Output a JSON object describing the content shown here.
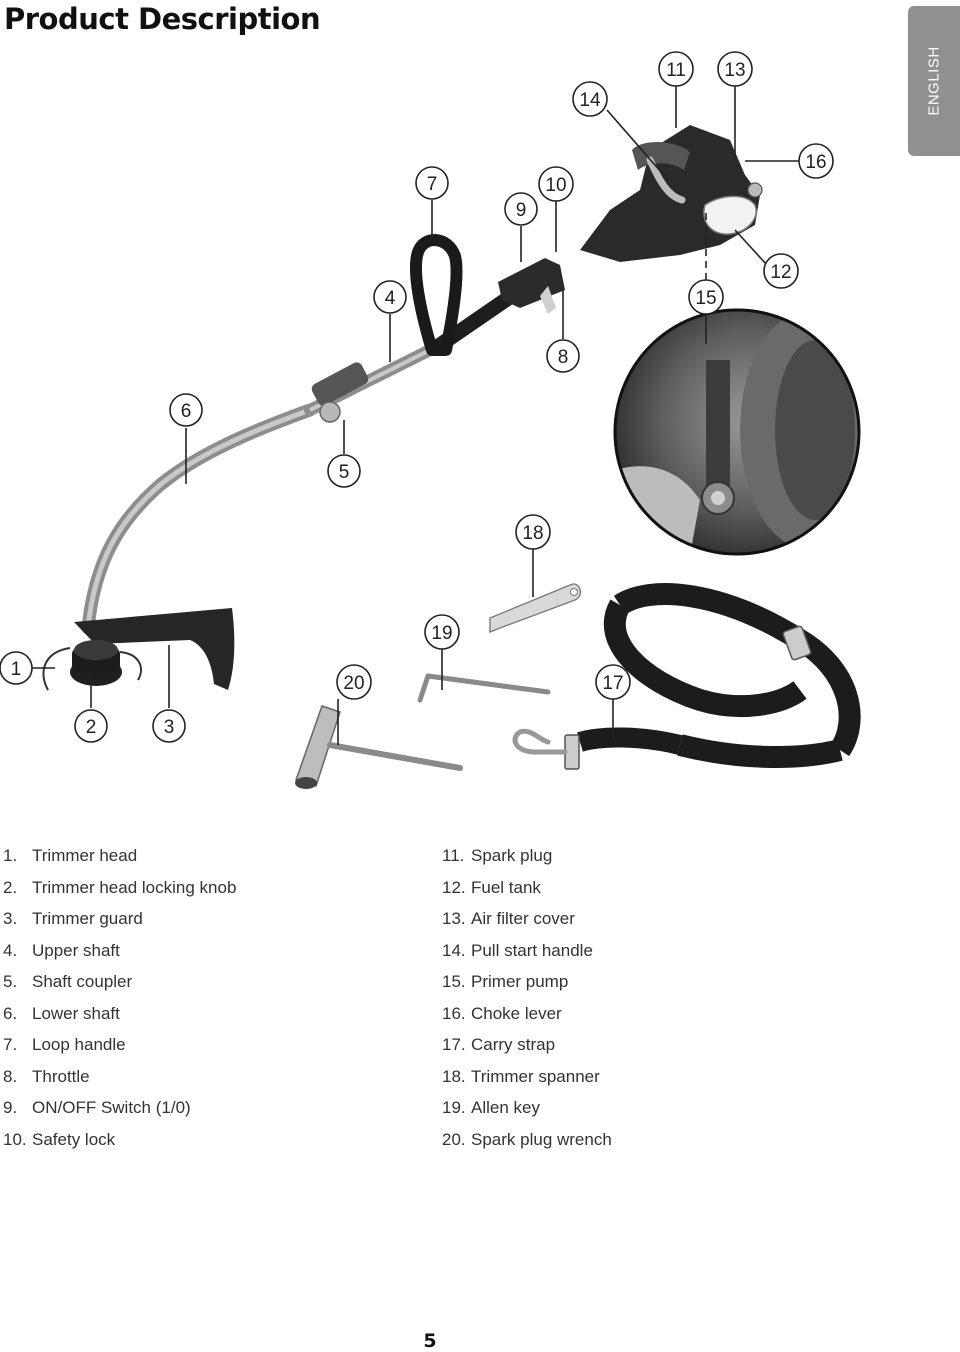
{
  "header": {
    "title": "Product Description",
    "language_tab": "ENGLISH"
  },
  "callouts": [
    {
      "n": "1"
    },
    {
      "n": "2"
    },
    {
      "n": "3"
    },
    {
      "n": "4"
    },
    {
      "n": "5"
    },
    {
      "n": "6"
    },
    {
      "n": "7"
    },
    {
      "n": "8"
    },
    {
      "n": "9"
    },
    {
      "n": "10"
    },
    {
      "n": "11"
    },
    {
      "n": "12"
    },
    {
      "n": "13"
    },
    {
      "n": "14"
    },
    {
      "n": "15"
    },
    {
      "n": "16"
    },
    {
      "n": "17"
    },
    {
      "n": "18"
    },
    {
      "n": "19"
    },
    {
      "n": "20"
    }
  ],
  "parts_left": [
    {
      "num": "1.",
      "label": "Trimmer head"
    },
    {
      "num": "2.",
      "label": "Trimmer head locking knob"
    },
    {
      "num": "3.",
      "label": "Trimmer guard"
    },
    {
      "num": "4.",
      "label": "Upper shaft"
    },
    {
      "num": "5.",
      "label": "Shaft coupler"
    },
    {
      "num": "6.",
      "label": "Lower shaft"
    },
    {
      "num": "7.",
      "label": "Loop handle"
    },
    {
      "num": "8.",
      "label": "Throttle"
    },
    {
      "num": "9.",
      "label": "ON/OFF Switch (1/0)"
    },
    {
      "num": "10.",
      "label": "Safety lock"
    }
  ],
  "parts_right": [
    {
      "num": "11.",
      "label": "Spark plug"
    },
    {
      "num": "12.",
      "label": "Fuel tank"
    },
    {
      "num": "13.",
      "label": "Air filter cover"
    },
    {
      "num": "14.",
      "label": "Pull start handle"
    },
    {
      "num": "15.",
      "label": "Primer pump"
    },
    {
      "num": "16.",
      "label": "Choke lever"
    },
    {
      "num": "17.",
      "label": "Carry strap"
    },
    {
      "num": "18.",
      "label": "Trimmer spanner"
    },
    {
      "num": "19.",
      "label": "Allen key"
    },
    {
      "num": "20.",
      "label": "Spark plug wrench"
    }
  ],
  "footer": {
    "page_number": "5"
  }
}
